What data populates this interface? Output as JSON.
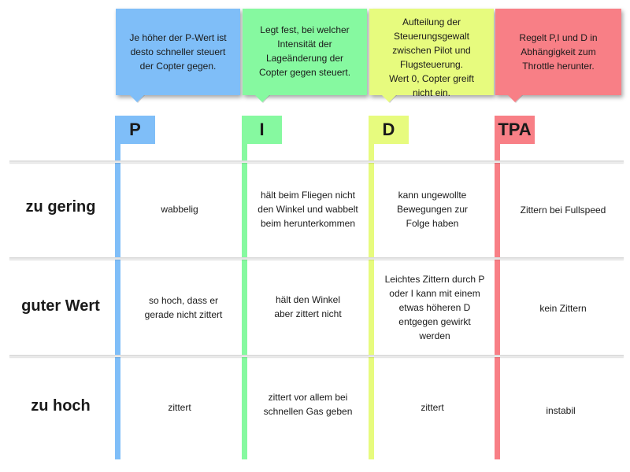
{
  "columns": [
    {
      "header": "P",
      "color": "#7fbef8",
      "description": "Je höher der P-Wert ist\ndesto schneller steuert\nder Copter gegen."
    },
    {
      "header": "I",
      "color": "#86f9a0",
      "description": "Legt fest, bei welcher\nIntensität der\nLageänderung der\nCopter gegen steuert."
    },
    {
      "header": "D",
      "color": "#e7fb7e",
      "description": "Aufteilung der\nSteuerungsgewalt\nzwischen Pilot und\nFlugsteuerung.\nWert 0, Copter greift\nnicht ein."
    },
    {
      "header": "TPA",
      "color": "#f87f86",
      "description": "Regelt P,I und D in\nAbhängigkeit zum\nThrottle herunter."
    }
  ],
  "rows": [
    {
      "label": "zu gering",
      "cells": [
        "wabbelig",
        "hält beim Fliegen nicht\nden Winkel und wabbelt\nbeim herunterkommen",
        "kann ungewollte\nBewegungen zur\nFolge haben",
        "Zittern bei Fullspeed"
      ]
    },
    {
      "label": "guter Wert",
      "cells": [
        "so hoch, dass er\ngerade nicht zittert",
        "hält den Winkel\naber zittert nicht",
        "Leichtes Zittern durch P\noder I kann mit einem\netwas höheren D\nentgegen gewirkt\nwerden",
        "kein Zittern"
      ]
    },
    {
      "label": "zu hoch",
      "cells": [
        "zittert",
        "zittert vor allem bei\nschnellen Gas geben",
        "zittert",
        "instabil"
      ]
    }
  ]
}
